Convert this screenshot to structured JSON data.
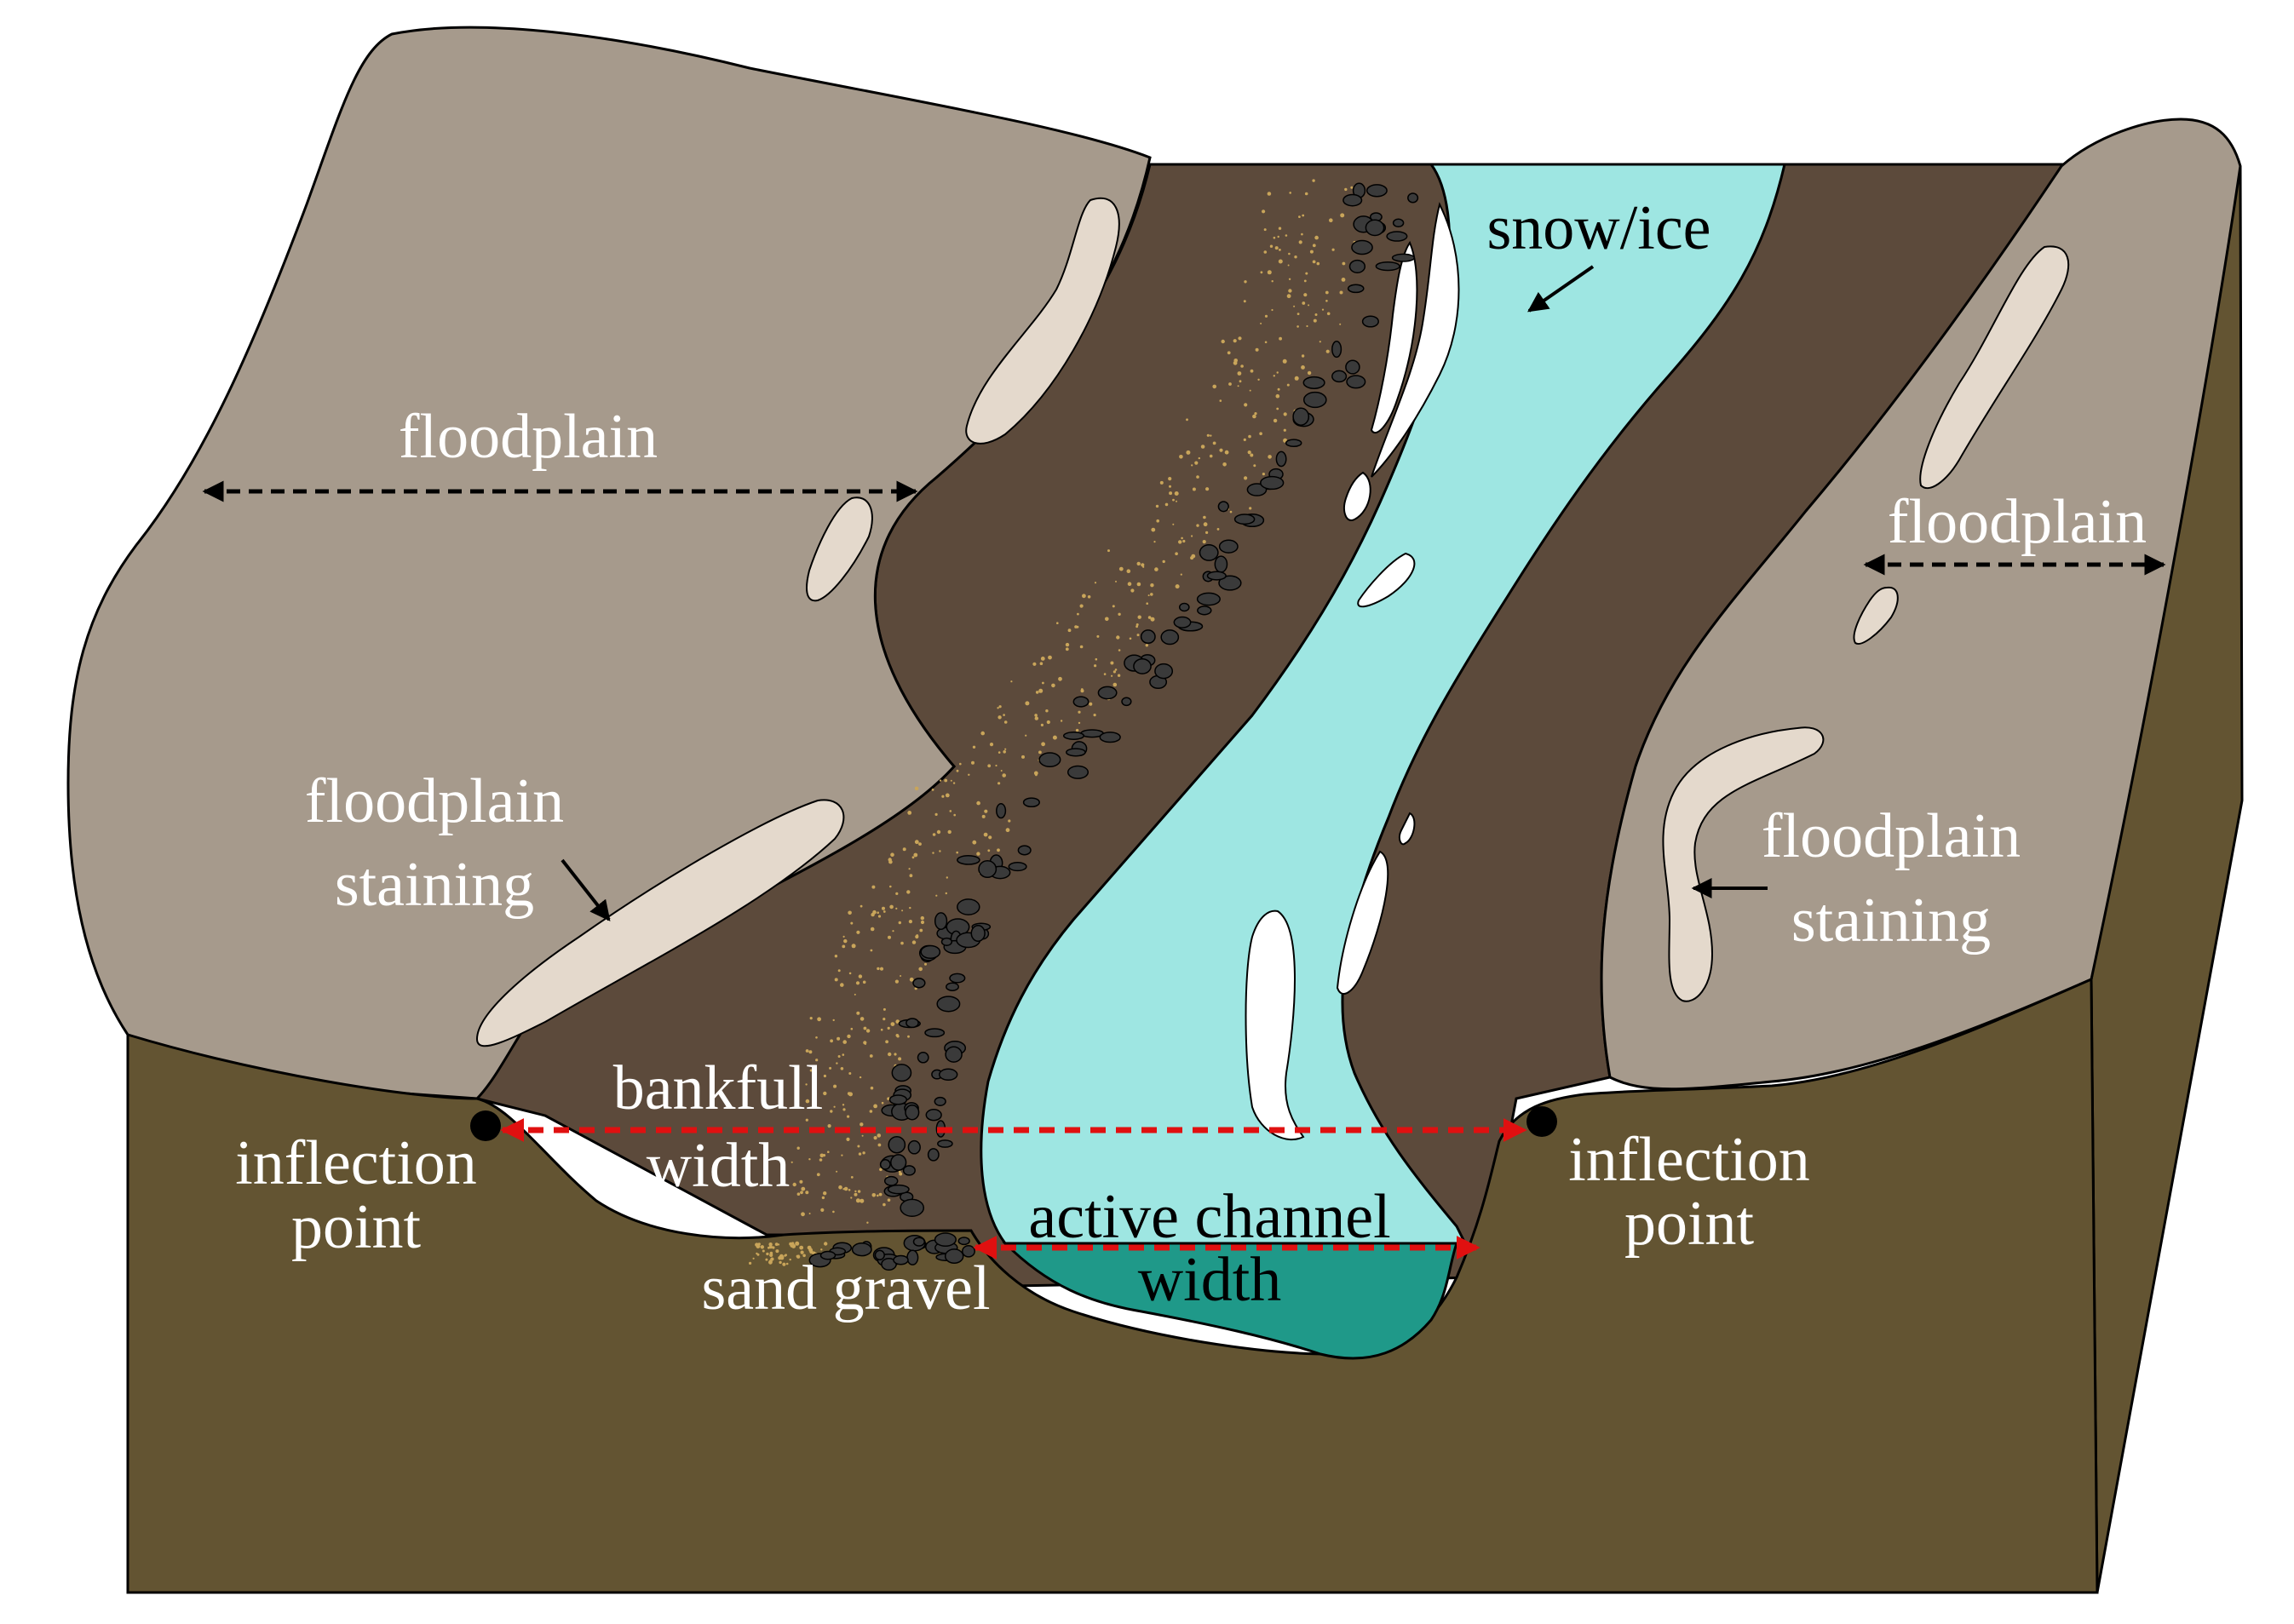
{
  "labels": {
    "floodplain_left": "floodplain",
    "floodplain_right": "floodplain",
    "staining_left_line1": "floodplain",
    "staining_left_line2": "staining",
    "staining_right_line1": "floodplain",
    "staining_right_line2": "staining",
    "snow_ice": "snow/ice",
    "bankfull_line1": "bankfull",
    "bankfull_line2": "width",
    "inflection_left_line1": "inflection",
    "inflection_left_line2": "point",
    "inflection_right_line1": "inflection",
    "inflection_right_line2": "point",
    "active_channel_line1": "active channel",
    "active_channel_line2": "width",
    "sand_gravel": "sand gravel"
  },
  "colors": {
    "floodplain": "#a69a8c",
    "channel_bed": "#5c4a3b",
    "soil_block": "#635432",
    "water": "#9ee6e2",
    "water_deep": "#1f9989",
    "staining": "#e4d9cc",
    "snow": "#ffffff",
    "measure_arrow": "#e01010",
    "floodplain_arrow": "#000000",
    "gravel": "#3a3a3a",
    "sand": "#c9a55a"
  }
}
